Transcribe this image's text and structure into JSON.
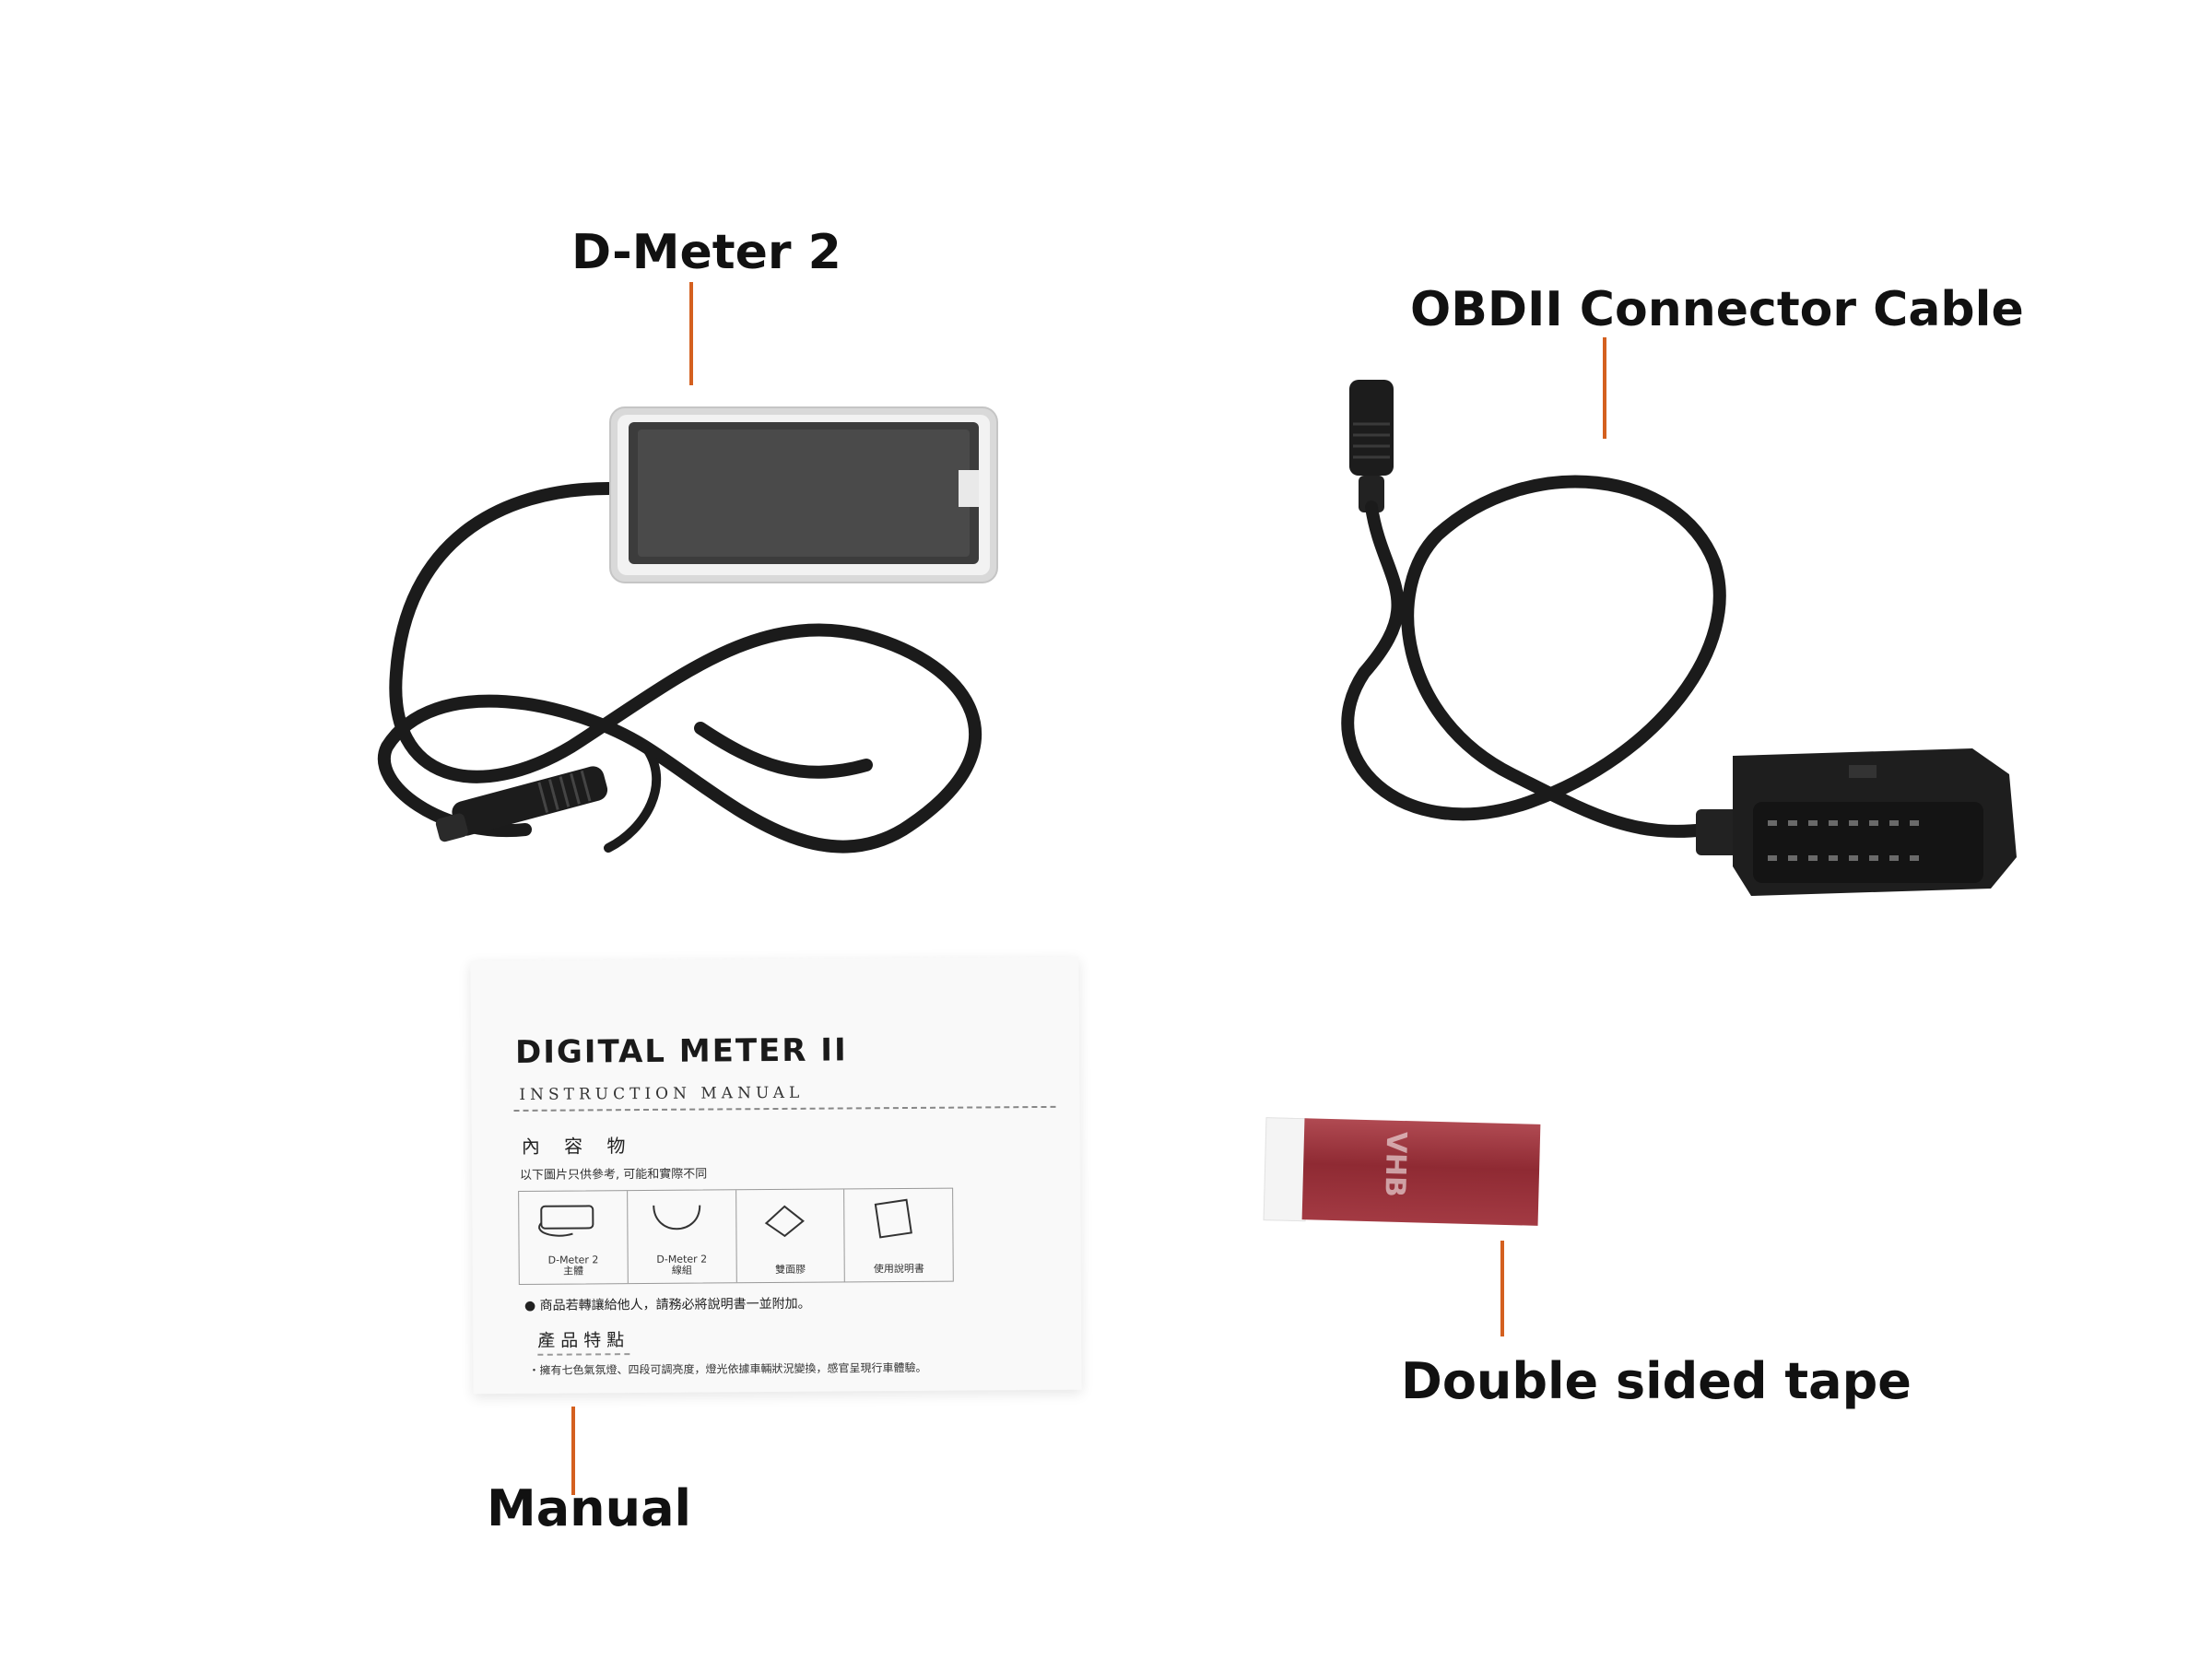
{
  "labels": {
    "dmeter": "D-Meter 2",
    "obd": "OBDII Connector Cable",
    "manual": "Manual",
    "tape": "Double sided tape"
  },
  "colors": {
    "leader": "#d4601f",
    "text": "#111111",
    "cable": "#1b1b1b",
    "tape_red": "#9a3038"
  },
  "manual": {
    "title": "DIGITAL METER II",
    "subtitle": "INSTRUCTION MANUAL",
    "contents_heading": "內 容 物",
    "contents_note": "以下圖片只供參考, 可能和實際不同",
    "items": [
      {
        "line1": "D-Meter 2",
        "line2": "主體"
      },
      {
        "line1": "D-Meter 2",
        "line2": "線組"
      },
      {
        "line1": "雙面膠",
        "line2": ""
      },
      {
        "line1": "使用說明書",
        "line2": ""
      }
    ],
    "transfer_note": "● 商品若轉讓給他人，請務必將說明書一並附加。",
    "features_heading": "產品特點",
    "features_note": "・擁有七色氣氛燈、四段可調亮度，燈光依據車輛狀況變換，感官呈現行車體驗。"
  },
  "tape": {
    "print": "VHB"
  },
  "icons": [
    "dmeter-device-image",
    "obd-cable-image",
    "manual-booklet-image",
    "tape-image"
  ]
}
